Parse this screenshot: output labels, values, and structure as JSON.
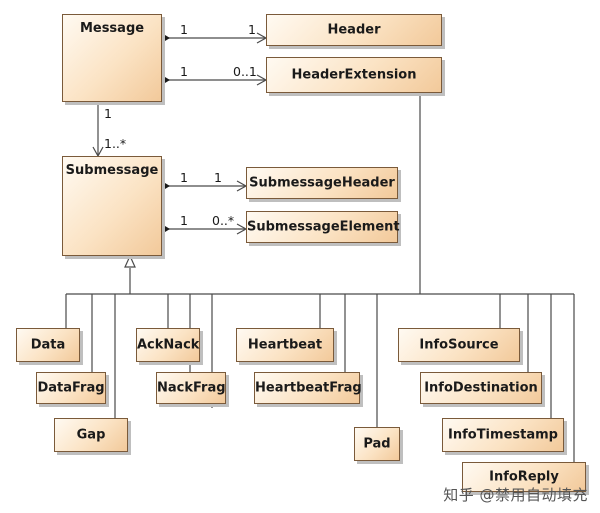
{
  "classes": {
    "message": "Message",
    "header": "Header",
    "header_extension": "HeaderExtension",
    "submessage": "Submessage",
    "submessage_header": "SubmessageHeader",
    "submessage_element": "SubmessageElement",
    "data": "Data",
    "data_frag": "DataFrag",
    "gap": "Gap",
    "ack_nack": "AckNack",
    "nack_frag": "NackFrag",
    "heartbeat": "Heartbeat",
    "heartbeat_frag": "HeartbeatFrag",
    "pad": "Pad",
    "info_source": "InfoSource",
    "info_destination": "InfoDestination",
    "info_timestamp": "InfoTimestamp",
    "info_reply": "InfoReply"
  },
  "multiplicities": {
    "message_header_src": "1",
    "message_header_dst": "1",
    "message_ext_src": "1",
    "message_ext_dst": "0..1",
    "message_sub_src": "1",
    "message_sub_dst": "1..*",
    "sub_header_src": "1",
    "sub_header_dst": "1",
    "sub_element_src": "1",
    "sub_element_dst": "0..*"
  },
  "watermark": "知乎 @禁用自动填充",
  "colors": {
    "line": "#4a4a4a",
    "box_border": "#7a5a3a",
    "box_fill_light": "#fffaf2",
    "box_fill_dark": "#f2c99a"
  }
}
